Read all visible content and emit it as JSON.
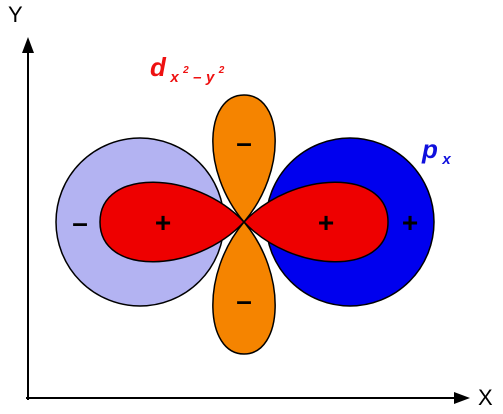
{
  "axes": {
    "x_label": "X",
    "y_label": "Y"
  },
  "orbitals": {
    "d_label": {
      "base": "d",
      "sub_x": "x",
      "sup_x": "2",
      "minus": "–",
      "sub_y": "y",
      "sup_y": "2",
      "color": "#ee1111"
    },
    "p_label": {
      "base": "p",
      "sub": "x",
      "color": "#1010dd"
    }
  },
  "signs": {
    "p_left": "–",
    "p_right": "+",
    "d_left": "+",
    "d_right": "+",
    "d_top": "–",
    "d_bottom": "–"
  },
  "colors": {
    "p_negative_lobe": "#b3b3f2",
    "p_positive_lobe": "#0000ee",
    "d_positive_lobe": "#ee0000",
    "d_negative_lobe": "#f58400",
    "outline": "#000000"
  }
}
